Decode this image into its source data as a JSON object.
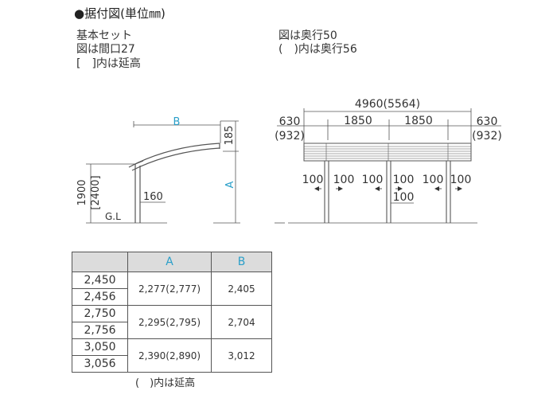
{
  "title": "●据付図(単位㎜)",
  "notes_left": [
    "基本セット",
    "図は間口27",
    "[　]内は延高"
  ],
  "notes_right": [
    "図は奥行50",
    "(　)内は奥行56"
  ],
  "side_view": {
    "label_B": "B",
    "label_A": "A",
    "dim_185": "185",
    "dim_1900": "1900",
    "dim_2400": "[2400]",
    "dim_160": "160",
    "gl": "G.L"
  },
  "front_view": {
    "total": "4960(5564)",
    "left_end_top": "630",
    "left_end_bottom": "(932)",
    "mid1": "1850",
    "mid2": "1850",
    "right_end_top": "630",
    "right_end_bottom": "(932)",
    "adjust_labels": [
      "100",
      "100",
      "100",
      "100",
      "100",
      "100"
    ],
    "post_label": "100"
  },
  "table": {
    "headers": [
      "",
      "A",
      "B"
    ],
    "rows": [
      {
        "widths": [
          "2,450",
          "2,456"
        ],
        "a": "2,277(2,777)",
        "b": "2,405"
      },
      {
        "widths": [
          "2,750",
          "2,756"
        ],
        "a": "2,295(2,795)",
        "b": "2,704"
      },
      {
        "widths": [
          "3,050",
          "3,056"
        ],
        "a": "2,390(2,890)",
        "b": "3,012"
      }
    ]
  },
  "footnote": "(　)内は延高",
  "colors": {
    "accent": "#2a9fc9",
    "header_bg": "#dcdcdc",
    "line": "#555555"
  }
}
